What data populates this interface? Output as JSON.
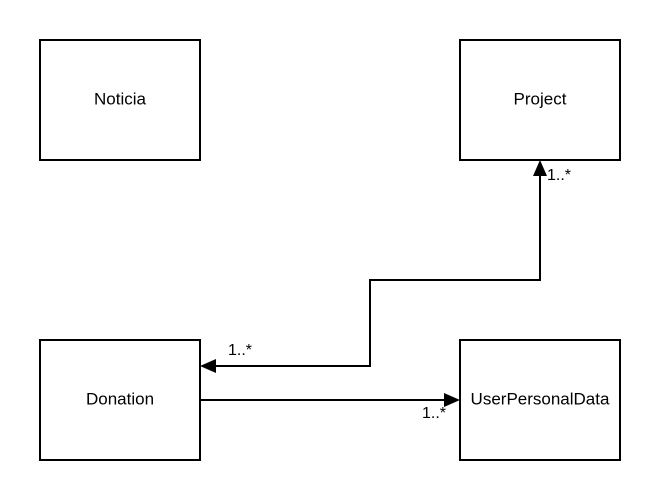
{
  "diagram": {
    "classes": {
      "noticia": "Noticia",
      "project": "Project",
      "donation": "Donation",
      "user_personal_data": "UserPersonalData"
    },
    "associations": {
      "donation_project": {
        "source_multiplicity": "1..*",
        "target_multiplicity": "1..*"
      },
      "donation_user_personal_data": {
        "target_multiplicity": "1..*"
      }
    },
    "colors": {
      "stroke": "#000000",
      "fill": "#ffffff"
    }
  }
}
